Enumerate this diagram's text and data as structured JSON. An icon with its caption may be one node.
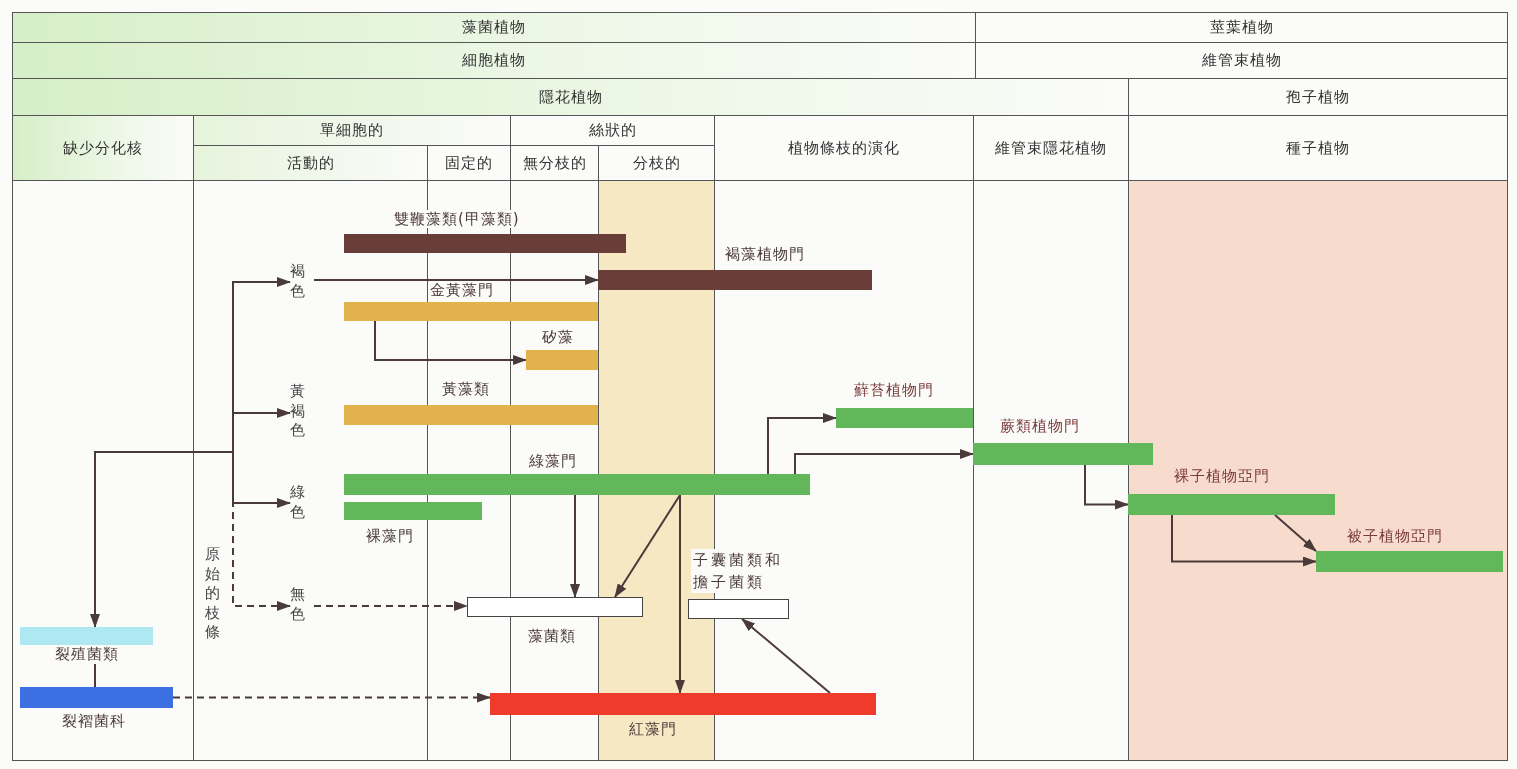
{
  "diagram": {
    "nodes": [
      {
        "text": [
          "雙鞭藻類(甲藻類)"
        ]
      },
      {
        "text": [
          "褐藻植物門"
        ]
      },
      {
        "text": [
          "金黃藻門"
        ]
      },
      {
        "text": [
          "矽藻"
        ]
      },
      {
        "text": [
          "黃藻類"
        ]
      },
      {
        "text": [
          "綠藻門"
        ]
      },
      {
        "text": [
          "裸藻門"
        ]
      },
      {
        "text": [
          "蘚苔植物門"
        ]
      },
      {
        "text": [
          "蕨類植物門"
        ]
      },
      {
        "text": [
          "裸子植物亞門"
        ]
      },
      {
        "text": [
          "被子植物亞門"
        ]
      },
      {
        "text": [
          "藻菌類"
        ]
      },
      {
        "text": [
          "子囊菌類和擔子菌類"
        ]
      },
      {
        "text": [
          "紅藻門"
        ]
      },
      {
        "text": [
          "裂殖菌類"
        ]
      },
      {
        "text": [
          "裂褶菌科"
        ]
      },
      {
        "text": [
          "褐色"
        ]
      },
      {
        "text": [
          "黃褐色"
        ]
      },
      {
        "text": [
          "綠色"
        ]
      },
      {
        "text": [
          "無色"
        ]
      }
    ],
    "edges": [
      {
        "from": null,
        "to": 14,
        "arrow": "to"
      },
      {
        "from": null,
        "to": 16,
        "arrow": "to"
      },
      {
        "from": null,
        "to": 17,
        "arrow": "to"
      },
      {
        "from": null,
        "to": 18,
        "arrow": "to"
      },
      {
        "from": null,
        "to": 19,
        "arrow": "to",
        "style": "dashed"
      },
      {
        "from": 14,
        "to": 15,
        "arrow": "none"
      },
      {
        "from": 15,
        "to": 13,
        "arrow": "to",
        "style": "dashed"
      },
      {
        "from": 19,
        "to": 11,
        "arrow": "to",
        "style": "dashed"
      },
      {
        "from": 16,
        "to": 1,
        "arrow": "to"
      },
      {
        "from": 2,
        "to": 3,
        "arrow": "to"
      },
      {
        "from": 5,
        "to": 11,
        "arrow": "to"
      },
      {
        "from": 5,
        "to": 11,
        "arrow": "to"
      },
      {
        "from": 5,
        "to": 13,
        "arrow": "to"
      },
      {
        "from": 13,
        "to": 12,
        "arrow": "to"
      },
      {
        "from": 5,
        "to": 7,
        "arrow": "to"
      },
      {
        "from": 5,
        "to": 8,
        "arrow": "to"
      },
      {
        "from": 8,
        "to": 9,
        "arrow": "to"
      },
      {
        "from": 9,
        "to": 10,
        "arrow": "to"
      },
      {
        "from": 9,
        "to": 10,
        "arrow": "to"
      }
    ],
    "labels": [
      "藻菌植物",
      "莖葉植物",
      "細胞植物",
      "維管束植物",
      "隱花植物",
      "孢子植物",
      "缺少分化核",
      "單細胞的",
      "絲狀的",
      "植物條枝的演化",
      "維管束隱花植物",
      "種子植物",
      "活動的",
      "固定的",
      "無分枝的",
      "分枝的",
      "原始的枝條"
    ]
  }
}
